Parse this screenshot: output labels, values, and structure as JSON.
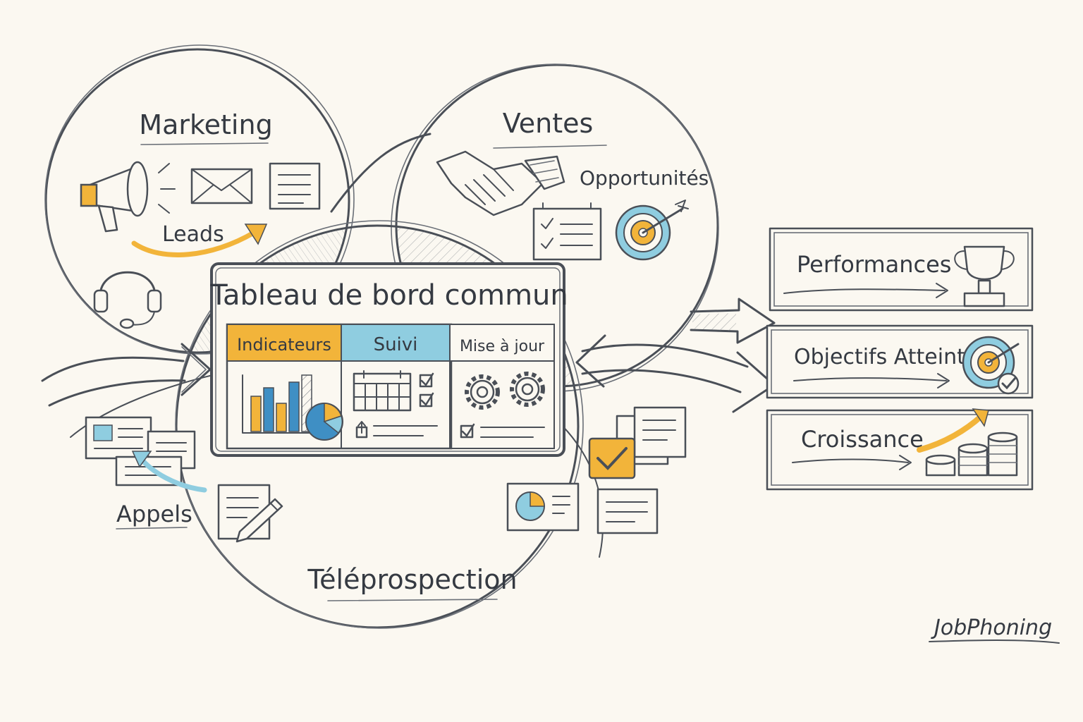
{
  "circles": {
    "marketing": {
      "title": "Marketing",
      "leads_label": "Leads"
    },
    "ventes": {
      "title": "Ventes",
      "opportunities_label": "Opportunités"
    },
    "teleprospection": {
      "title": "Téléprospection",
      "calls_label": "Appels"
    }
  },
  "dashboard": {
    "title": "Tableau de bord commun",
    "tabs": [
      {
        "label": "Indicateurs",
        "color": "#f2b43a"
      },
      {
        "label": "Suivi",
        "color": "#8fcde0"
      },
      {
        "label": "Mise à jour",
        "color": "#fbf8f1"
      }
    ]
  },
  "outcomes": [
    {
      "label": "Performances",
      "icon": "trophy-icon"
    },
    {
      "label": "Objectifs Atteints",
      "icon": "target-check-icon"
    },
    {
      "label": "Croissance",
      "icon": "growth-coins-icon"
    }
  ],
  "brand": {
    "logo_text": "JobPhoning"
  },
  "colors": {
    "accent_gold": "#f2b43a",
    "accent_sky": "#8fcde0",
    "accent_blue": "#3f8fc4",
    "ink": "#4a4f57",
    "paper": "#fbf8f1"
  }
}
